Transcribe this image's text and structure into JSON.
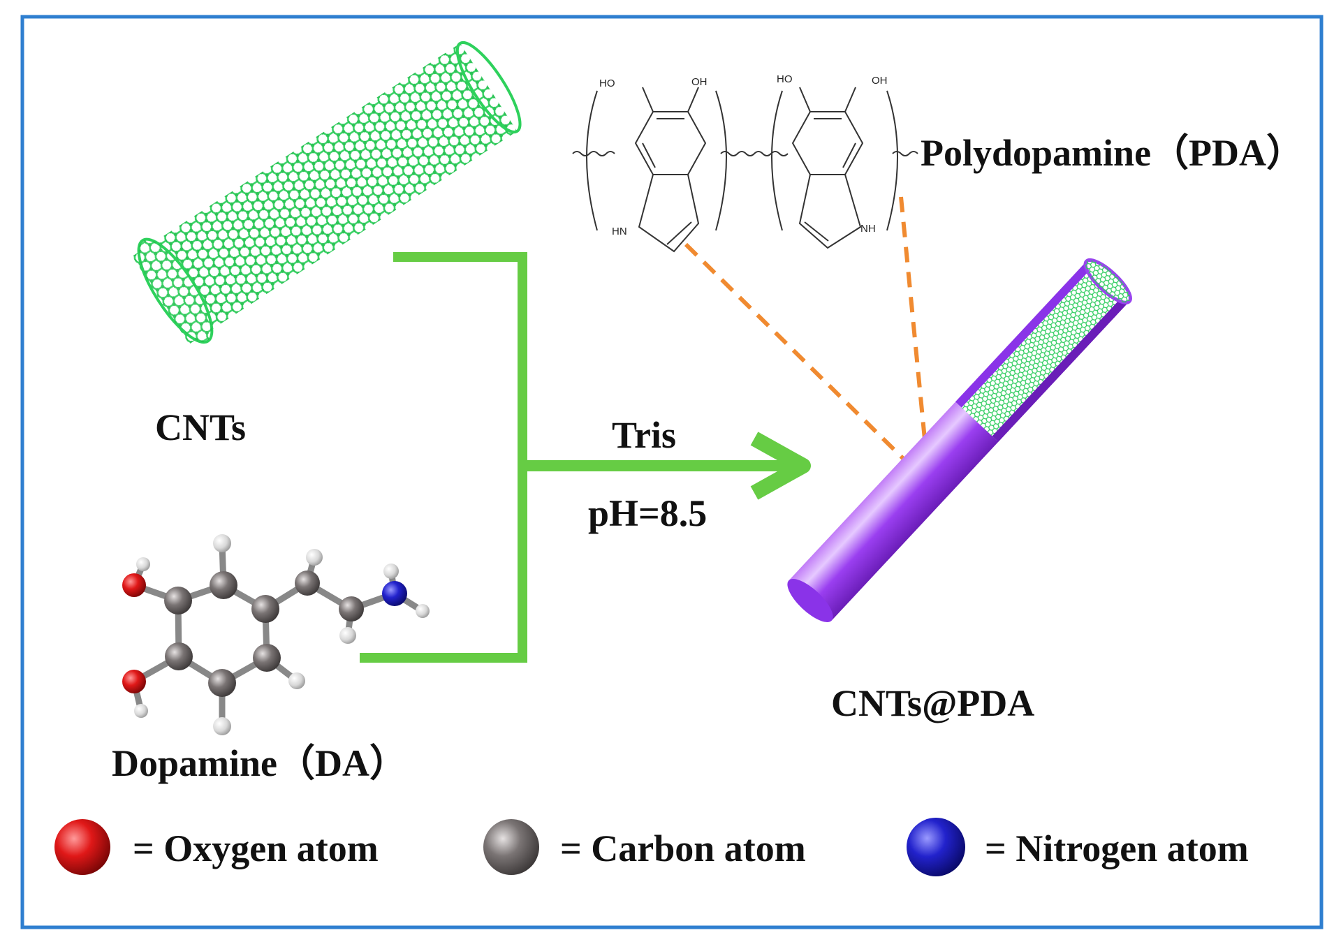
{
  "labels": {
    "cnts": "CNTs",
    "dopamine": "Dopamine（DA）",
    "polydopamine": "Polydopamine（PDA）",
    "tris": "Tris",
    "ph": "pH=8.5",
    "product": "CNTs@PDA"
  },
  "structure": {
    "ho": "HO",
    "oh": "OH",
    "hn": "HN",
    "nh": "NH"
  },
  "legend": [
    {
      "text": "= Oxygen atom",
      "color": "#e01818"
    },
    {
      "text": "= Carbon atom",
      "color": "#7a7474"
    },
    {
      "text": "= Nitrogen atom",
      "color": "#2222cc"
    }
  ],
  "colors": {
    "frame": "#2f7fd0",
    "nanotube": "#33dd66",
    "arrow": "#66cc44",
    "coating": "#9944ee",
    "dashed": "#f08a30"
  }
}
